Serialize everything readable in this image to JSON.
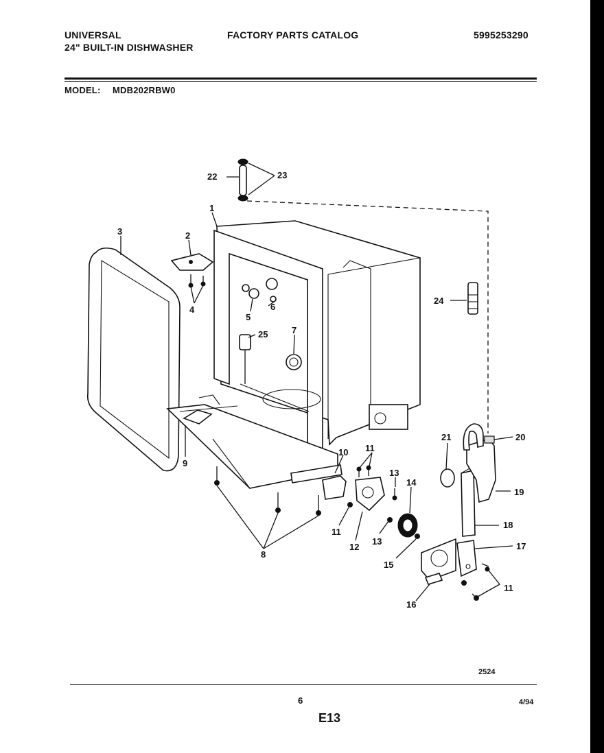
{
  "header": {
    "brand": "UNIVERSAL",
    "product": "24\" BUILT-IN DISHWASHER",
    "catalog_title": "FACTORY PARTS CATALOG",
    "catalog_number": "5995253290",
    "model_label": "MODEL:",
    "model_number": "MDB202RBW0"
  },
  "diagram": {
    "labels": [
      "1",
      "2",
      "3",
      "4",
      "5",
      "6",
      "7",
      "8",
      "9",
      "10",
      "11",
      "12",
      "13",
      "14",
      "15",
      "16",
      "17",
      "18",
      "19",
      "20",
      "21",
      "22",
      "23",
      "24",
      "25"
    ],
    "drawing_number": "2524"
  },
  "footer": {
    "page_number": "6",
    "date": "4/94",
    "section": "E13"
  }
}
